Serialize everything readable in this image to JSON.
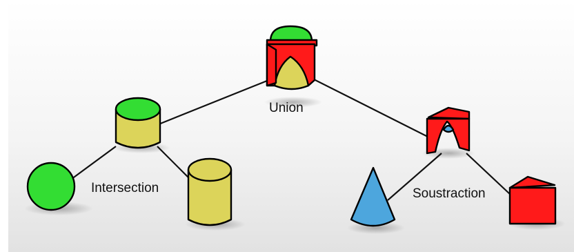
{
  "operations": {
    "union": "Union",
    "intersection": "Intersection",
    "subtraction": "Soustraction"
  },
  "colors": {
    "green": "#33dd33",
    "yellow": "#dcd45a",
    "red": "#ff1a1a",
    "blue": "#4da6dd",
    "background_top": "#fafafa",
    "background_bottom": "#e6e6e6"
  },
  "tree": {
    "root": "union",
    "children": {
      "union": [
        "intersection",
        "subtraction"
      ],
      "intersection": [
        "green-sphere",
        "yellow-cylinder"
      ],
      "subtraction": [
        "blue-cone",
        "red-prism"
      ]
    }
  }
}
